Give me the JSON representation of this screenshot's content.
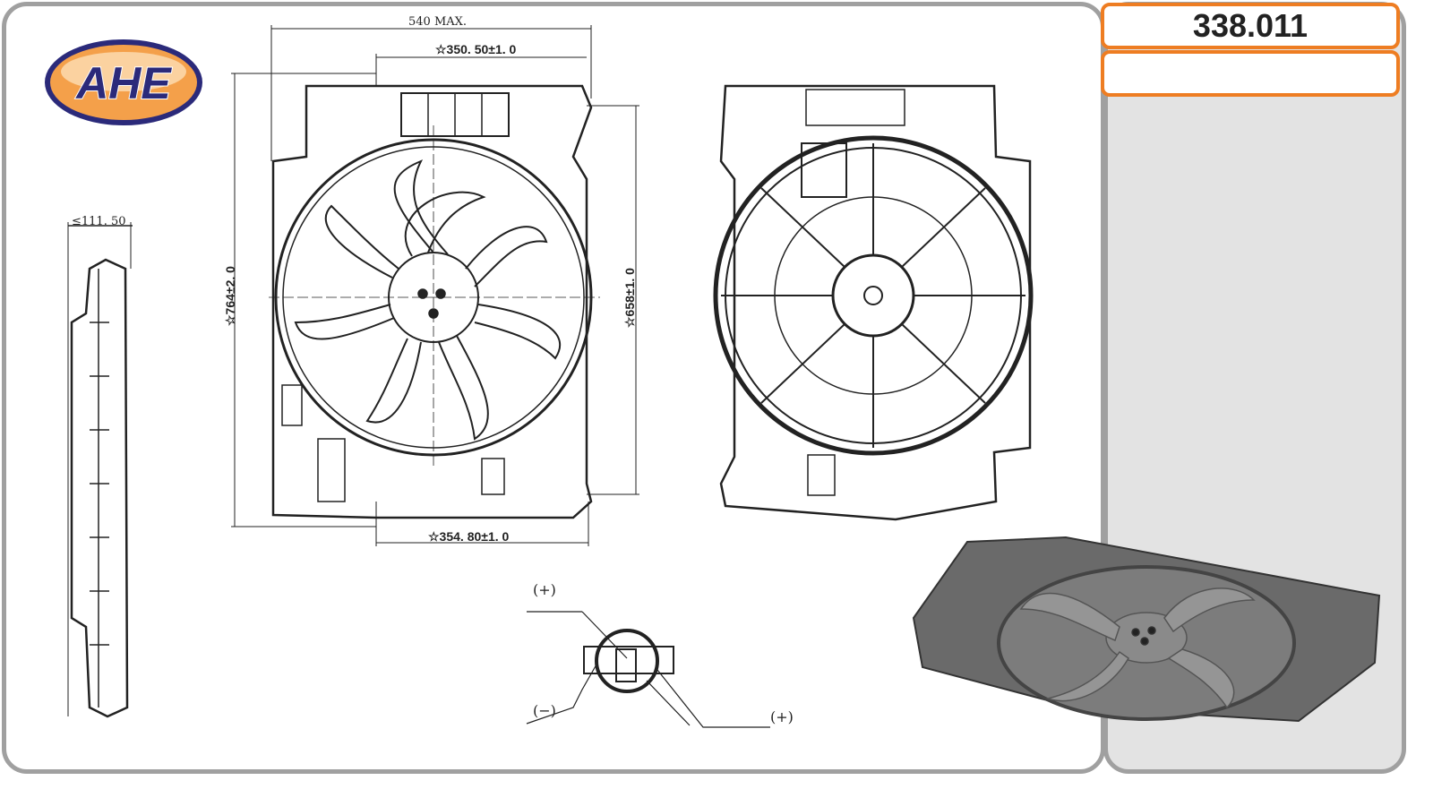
{
  "brand": {
    "logo_text": "AHE",
    "colors": {
      "orange": "#ee7d22",
      "navy": "#2b2a7a"
    }
  },
  "product": {
    "code": "338.011",
    "secondary": ""
  },
  "dimensions": {
    "overall_width": "540 MAX.",
    "top_mount": "☆350. 50±1. 0",
    "bottom_mount": "☆354. 80±1. 0",
    "height": "☆764±2. 0",
    "inner_height": "☆658±1. 0",
    "depth": "≤111. 50"
  },
  "connector": {
    "plus_top": "(+)",
    "minus": "(−)",
    "plus_right": "(+)"
  }
}
